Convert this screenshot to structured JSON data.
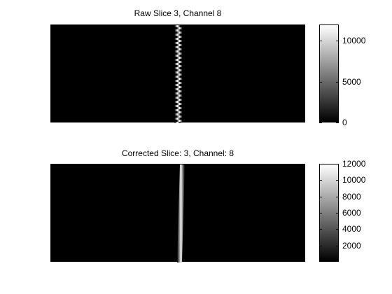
{
  "chart_data": [
    {
      "type": "heatmap",
      "title": "Raw Slice 3, Channel 8",
      "colormap": "gray",
      "grid": false,
      "colorbar": {
        "ticks": [
          "0",
          "5000",
          "10000"
        ],
        "tick_values": [
          0,
          5000,
          10000
        ],
        "clim": [
          0,
          12000
        ]
      },
      "features": {
        "bright_line": {
          "x_fraction": 0.5,
          "peak_value": 12000,
          "style": "zigzag"
        }
      }
    },
    {
      "type": "heatmap",
      "title": "Corrected Slice: 3, Channel: 8",
      "colormap": "gray",
      "grid": false,
      "colorbar": {
        "ticks": [
          "2000",
          "4000",
          "6000",
          "8000",
          "10000",
          "12000"
        ],
        "tick_values": [
          2000,
          4000,
          6000,
          8000,
          10000,
          12000
        ],
        "clim": [
          0,
          12000
        ]
      },
      "features": {
        "bright_line": {
          "x_fraction": 0.5,
          "peak_value": 12000,
          "style": "slanted"
        }
      }
    }
  ]
}
